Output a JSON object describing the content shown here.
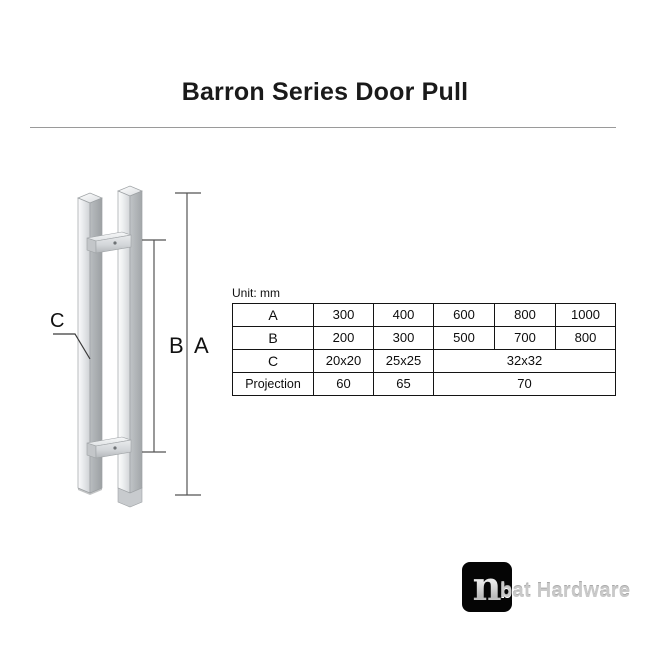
{
  "header": {
    "title": "Barron Series Door Pull"
  },
  "illustration": {
    "name": "door-pull-isometric-drawing",
    "callout_c": "C",
    "dimension_a": "A",
    "dimension_b": "B",
    "colors": {
      "metal_light": "#f2f3f4",
      "metal_mid": "#d6d8da",
      "metal_dark": "#a9acaf",
      "metal_edge": "#8e9194",
      "dimension_line": "#555555"
    }
  },
  "spec": {
    "unit_label": "Unit: mm",
    "rows": [
      {
        "label": "A",
        "cells": [
          "300",
          "400",
          "600",
          "800",
          "1000"
        ]
      },
      {
        "label": "B",
        "cells": [
          "200",
          "300",
          "500",
          "700",
          "800"
        ]
      },
      {
        "label": "C",
        "cells": [
          "20x20",
          "25x25",
          "32x32"
        ]
      },
      {
        "label": "Projection",
        "cells": [
          "60",
          "65",
          "70"
        ]
      }
    ]
  },
  "logo": {
    "mark_letter": "n",
    "word": "bat Hardware"
  }
}
